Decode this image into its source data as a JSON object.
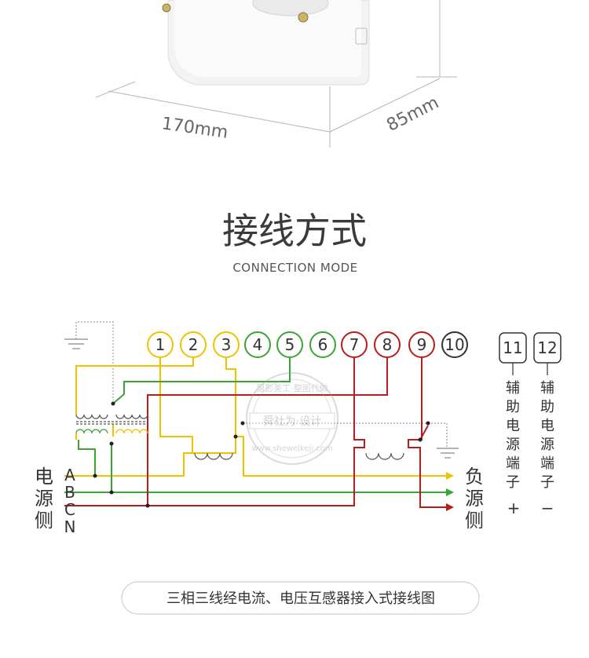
{
  "dimensions": {
    "width_label": "170mm",
    "depth_label": "85mm"
  },
  "section": {
    "title": "接线方式",
    "subtitle": "CONNECTION MODE"
  },
  "terminals": [
    "1",
    "2",
    "3",
    "4",
    "5",
    "6",
    "7",
    "8",
    "9",
    "10"
  ],
  "aux_terminals": [
    "11",
    "12"
  ],
  "aux_label_chars": [
    "辅",
    "助",
    "电",
    "源",
    "端",
    "子"
  ],
  "aux_signs": [
    "+",
    "−"
  ],
  "source_side_chars": [
    "电",
    "源",
    "侧"
  ],
  "load_side_chars": [
    "负",
    "源",
    "侧"
  ],
  "phase_labels": [
    "A",
    "B",
    "C",
    "N"
  ],
  "caption": "三相三线经电流、电压互感器接入式接线图",
  "watermark": {
    "top": "摄影美工·整图代做",
    "middle": "舜社为·设计",
    "bottom": "www.sheweikeji.com"
  },
  "colors": {
    "yellow": "#f2c200",
    "green": "#3aa534",
    "red": "#b81c1c",
    "gray": "#9a9a9a",
    "dark": "#333333"
  }
}
